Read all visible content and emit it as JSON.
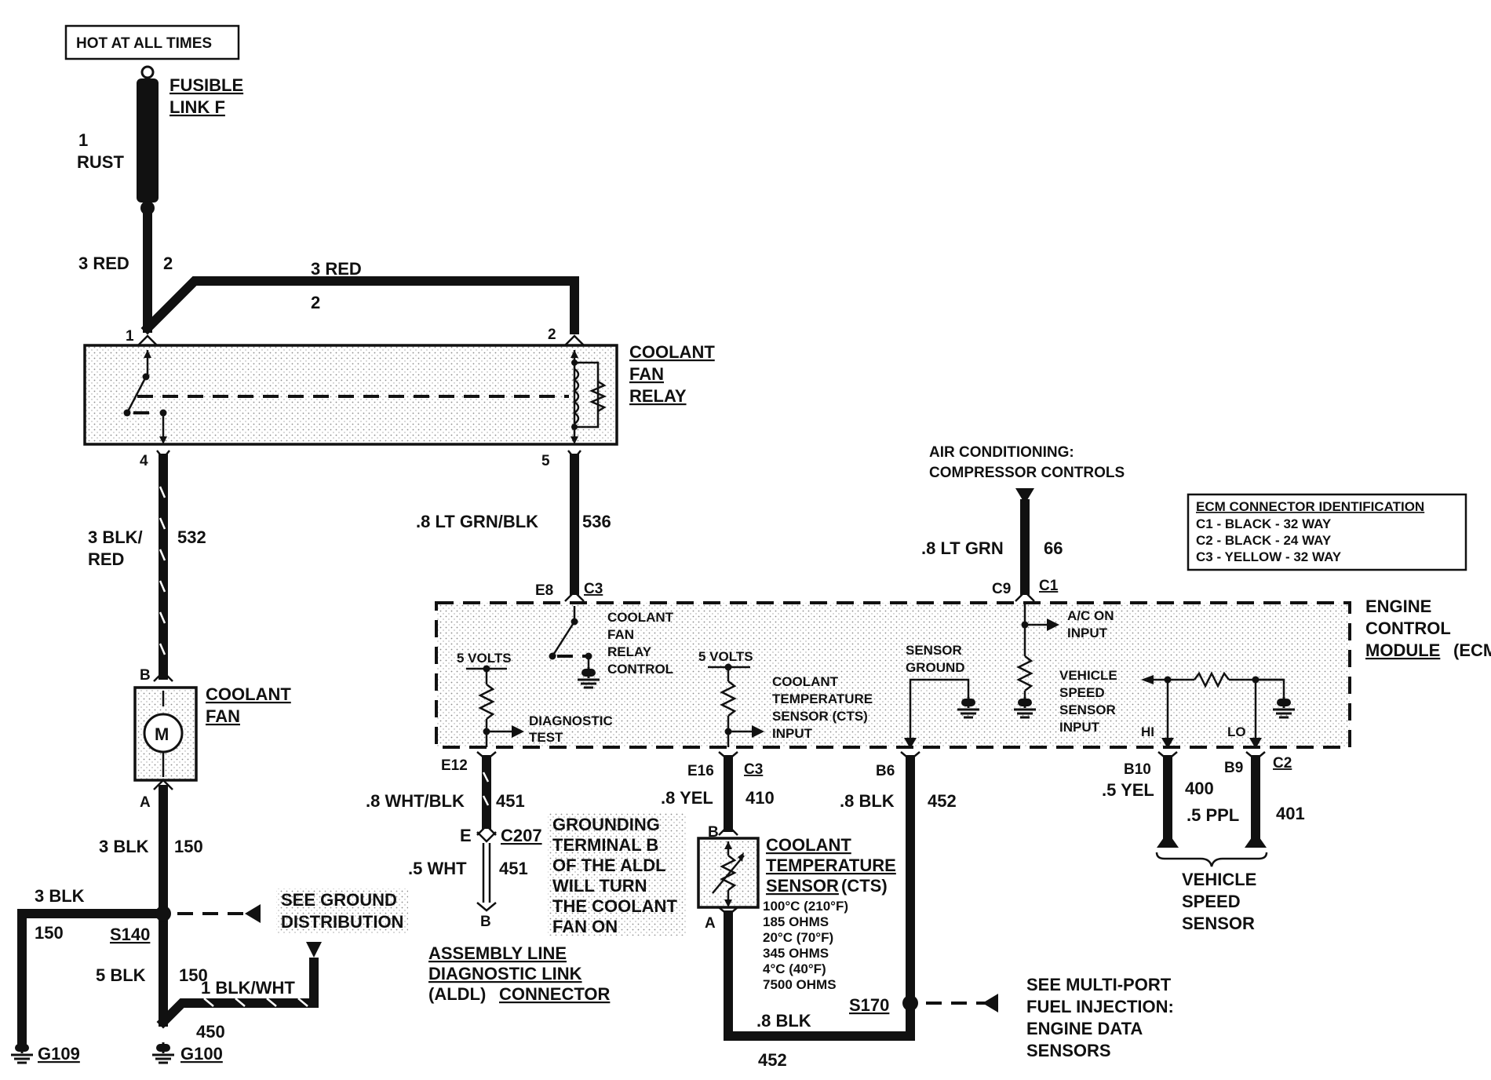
{
  "diagram": {
    "hot_at_all_times": "HOT AT ALL TIMES",
    "fusible_link": [
      "FUSIBLE",
      "LINK F"
    ],
    "rust_wire": [
      "1",
      "RUST"
    ],
    "red_left": "3 RED",
    "red_left_num": "2",
    "red_top": "3 RED",
    "red_top_num": "2",
    "relay_pin_1": "1",
    "relay_pin_2": "2",
    "relay_pin_4": "4",
    "relay_pin_5": "5",
    "relay_label": [
      "COOLANT",
      "FAN",
      "RELAY"
    ],
    "wire_532_color": [
      "3 BLK/",
      "RED"
    ],
    "wire_532": "532",
    "wire_536_color": ".8 LT GRN/BLK",
    "wire_536": "536",
    "ac_label": [
      "AIR CONDITIONING:",
      "COMPRESSOR CONTROLS"
    ],
    "wire_66_color": ".8 LT GRN",
    "wire_66": "66",
    "ecm_id": {
      "title": "ECM CONNECTOR IDENTIFICATION",
      "lines": [
        "C1 - BLACK - 32 WAY",
        "C2 - BLACK - 24 WAY",
        "C3 - YELLOW - 32 WAY"
      ]
    },
    "pin_e8": "E8",
    "conn_c3_top": "C3",
    "pin_c9": "C9",
    "conn_c1": "C1",
    "ecm_label": [
      "ENGINE",
      "CONTROL",
      "MODULE",
      "(ECM"
    ],
    "relay_control": [
      "COOLANT",
      "FAN",
      "RELAY",
      "CONTROL"
    ],
    "five_volts_1": "5 VOLTS",
    "five_volts_2": "5 VOLTS",
    "diagnostic_test": [
      "DIAGNOSTIC",
      "TEST"
    ],
    "cts_input": [
      "COOLANT",
      "TEMPERATURE",
      "SENSOR (CTS)",
      "INPUT"
    ],
    "sensor_ground": [
      "SENSOR",
      "GROUND"
    ],
    "ac_on_input": [
      "A/C ON",
      "INPUT"
    ],
    "vss_input": [
      "VEHICLE",
      "SPEED",
      "SENSOR",
      "INPUT"
    ],
    "hi": "HI",
    "lo": "LO",
    "fan_pin_b": "B",
    "fan_pin_a": "A",
    "coolant_fan": [
      "COOLANT",
      "FAN"
    ],
    "motor": "M",
    "pin_e12": "E12",
    "wire_451_top_color": ".8 WHT/BLK",
    "wire_451_top": "451",
    "conn_c207_pin": "E",
    "conn_c207": "C207",
    "wire_451_bot_color": ".5 WHT",
    "wire_451_bot": "451",
    "aldl_pin_b": "B",
    "grounding_note": [
      "GROUNDING",
      "TERMINAL B",
      "OF THE ALDL",
      "WILL TURN",
      "THE COOLANT",
      "FAN ON"
    ],
    "aldl_label": [
      "ASSEMBLY LINE",
      "DIAGNOSTIC LINK",
      "(ALDL)",
      "CONNECTOR"
    ],
    "pin_e16": "E16",
    "conn_c3_bot": "C3",
    "wire_410_color": ".8 YEL",
    "wire_410": "410",
    "cts_pin_b": "B",
    "cts_pin_a": "A",
    "cts_label": [
      "COOLANT",
      "TEMPERATURE",
      "SENSOR",
      "(CTS)"
    ],
    "cts_table": [
      "100°C (210°F)",
      "185 OHMS",
      "20°C (70°F)",
      "345 OHMS",
      "4°C (40°F)",
      "7500 OHMS"
    ],
    "pin_b6": "B6",
    "wire_452_color": ".8 BLK",
    "wire_452": "452",
    "pin_b10": "B10",
    "pin_b9": "B9",
    "conn_c2": "C2",
    "wire_400_color": ".5 YEL",
    "wire_400": "400",
    "wire_401_color": ".5 PPL",
    "wire_401": "401",
    "vss_label": [
      "VEHICLE",
      "SPEED",
      "SENSOR"
    ],
    "wire_150_color": "3 BLK",
    "wire_150": "150",
    "left_blk": "3 BLK",
    "left_150": "150",
    "splice_s140": "S140",
    "see_ground": [
      "SEE GROUND",
      "DISTRIBUTION"
    ],
    "wire_5blk": "5 BLK",
    "wire_5blk_num": "150",
    "wire_blkwht": "1 BLK/WHT",
    "wire_450": "450",
    "ground_g109": "G109",
    "ground_g100": "G100",
    "splice_s170": "S170",
    "blk_bottom": ".8 BLK",
    "num_452_bottom": "452",
    "see_mpfi": [
      "SEE MULTI-PORT",
      "FUEL INJECTION:",
      "ENGINE DATA",
      "SENSORS"
    ]
  }
}
